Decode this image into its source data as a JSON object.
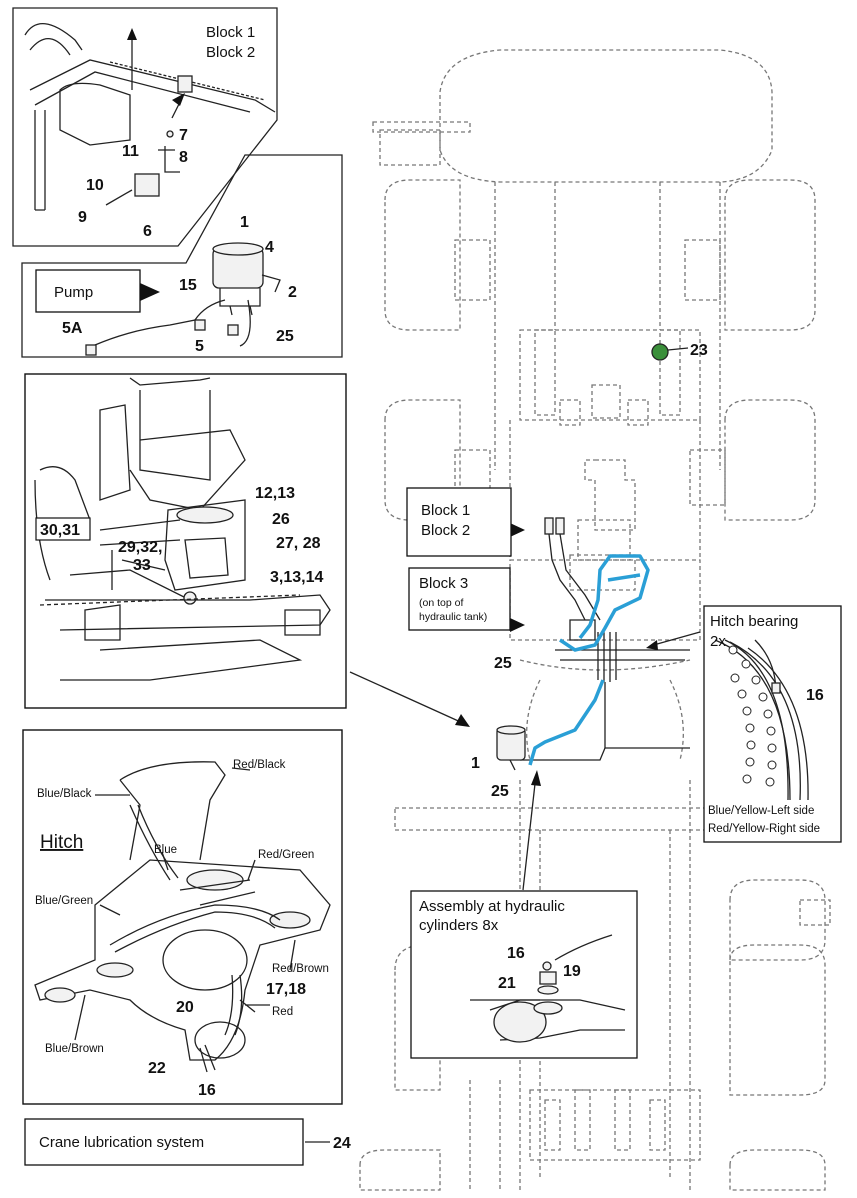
{
  "panels": {
    "block_inset": {
      "title_1": "Block 1",
      "title_2": "Block 2",
      "callouts": [
        "7",
        "8",
        "11",
        "10",
        "9",
        "6"
      ]
    },
    "pump_inset": {
      "pump_label": "Pump",
      "callouts": [
        "1",
        "4",
        "15",
        "2",
        "5A",
        "5",
        "25"
      ]
    },
    "crane_inset": {
      "callouts": [
        "12,13",
        "26",
        "30,31",
        "29,32,",
        "33",
        "27, 28",
        "3,13,14"
      ]
    },
    "hitch_inset": {
      "title": "Hitch",
      "wires": [
        "Red/Black",
        "Blue/Black",
        "Blue",
        "Red/Green",
        "Blue/Green",
        "Red/Brown",
        "17,18",
        "Red",
        "Blue/Brown"
      ],
      "callouts": [
        "20",
        "22",
        "16"
      ]
    },
    "legend": {
      "text": "Crane lubrication system",
      "callout": "24"
    }
  },
  "machine": {
    "block12": {
      "line1": "Block 1",
      "line2": "Block 2"
    },
    "block3": {
      "line1": "Block 3",
      "line2": "(on top of",
      "line3": "hydraulic tank)"
    },
    "callouts": {
      "c23": "23",
      "c25a": "25",
      "c1": "1",
      "c25b": "25"
    },
    "hitch_bearing": {
      "title": "Hitch bearing",
      "count": "2x",
      "callout": "16",
      "note1": "Blue/Yellow-Left side",
      "note2": "Red/Yellow-Right side"
    },
    "assembly": {
      "line1": "Assembly at hydraulic",
      "line2": "cylinders 8x",
      "callouts": {
        "c16": "16",
        "c19": "19",
        "c21": "21"
      }
    }
  },
  "colors": {
    "lube_line": "#2a9fd6",
    "outline": "#222222",
    "dashed": "#777777"
  }
}
